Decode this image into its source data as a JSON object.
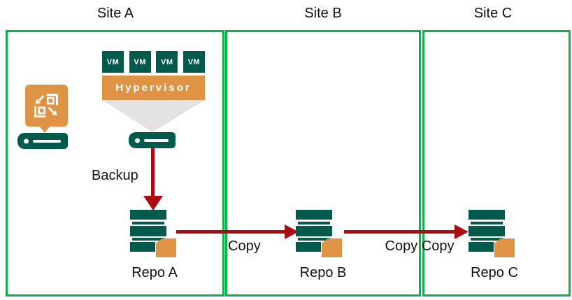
{
  "sites": [
    {
      "label": "Site A"
    },
    {
      "label": "Site B"
    },
    {
      "label": "Site C"
    }
  ],
  "site_a": {
    "vms": [
      "VM",
      "VM",
      "VM",
      "VM"
    ],
    "hypervisor": "Hypervisor"
  },
  "flows": {
    "backup": {
      "label": "Backup"
    },
    "copy_ab": {
      "label": "Copy"
    },
    "copy_bc": {
      "label": "Copy Copy"
    }
  },
  "repos": [
    {
      "label": "Repo A"
    },
    {
      "label": "Repo B"
    },
    {
      "label": "Repo C"
    }
  ],
  "icons": {
    "backup_copy_badge": "orange-speech-bubble-with-squares-and-diagonal-arrows",
    "backup_server": "green-server-bar-with-dot",
    "proxy_server": "green-server-bar-with-dot",
    "hypervisor_funnel": "gray-funnel-triangle",
    "repository": "stacked-green-drives-with-orange-folder",
    "folder": "orange-folder"
  },
  "colors": {
    "site_border_green": "#0cb24b",
    "dark_green": "#025a4c",
    "orange": "#de9345",
    "arrow_red": "#ab0c13",
    "funnel_gray": "#e3e3e1",
    "label_text": "#111111",
    "icon_text": "#ffffff",
    "background": "#ffffff"
  }
}
